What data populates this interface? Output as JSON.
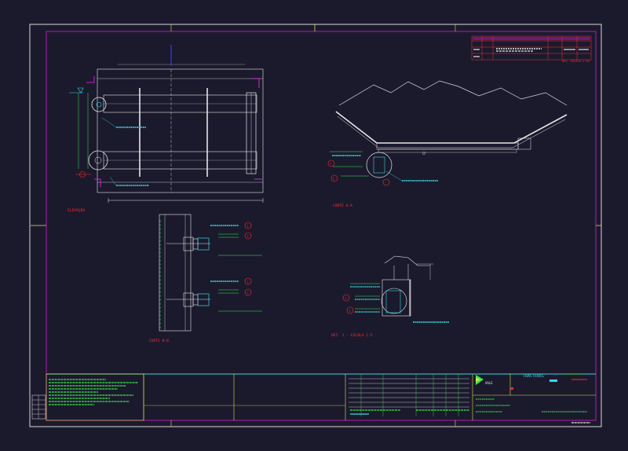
{
  "palette": {
    "background": "#1b1a2d",
    "frame": "#d8d8d8",
    "border_inner": "#b21ab2",
    "cyan": "#3ad7e4",
    "green": "#39e94a",
    "red": "#ff2a2a",
    "yellow": "#e3e04a",
    "blue": "#3a3adf",
    "white": "#e6e6e6",
    "magenta": "#ff22ff"
  },
  "views": {
    "elevation_label": "ELEVAÇÃO",
    "section_a_label": "CORTE A-A",
    "section_b_label": "CORTE B-B",
    "detail_label": "DET. 1 - ESCALA 1:5",
    "revision_note": "REV. ESCALA 1:10"
  },
  "callouts": {
    "c1": "1",
    "c2": "2"
  },
  "title_block": {
    "vale_logo": "VALE",
    "tractebel_logo": "TRACTEBEL"
  }
}
